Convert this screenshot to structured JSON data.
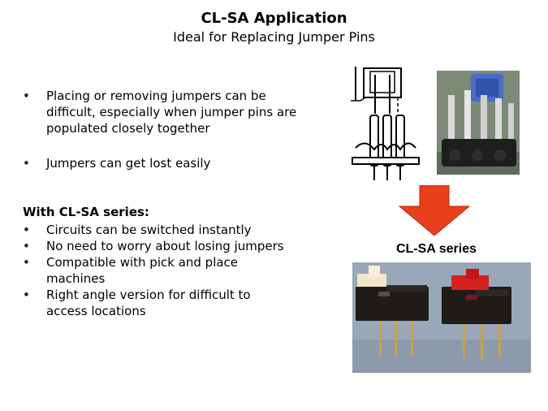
{
  "header": {
    "title": "CL-SA Application",
    "subtitle": "Ideal for Replacing Jumper Pins"
  },
  "problems": {
    "bullet_symbol": "•",
    "items": [
      "Placing or removing jumpers can be difficult, especially when jumper pins are populated closely together",
      "Jumpers can get lost easily"
    ]
  },
  "solution": {
    "heading": "With CL-SA series:",
    "items": [
      "Circuits can be switched instantly",
      "No need to worry about losing jumpers",
      "Compatible with pick and place machines",
      "Right angle version for difficult to access locations"
    ]
  },
  "figures": {
    "series_label": "CL-SA series",
    "arrow_color": "#e8401c",
    "switch_colors": [
      "#f2e6c8",
      "#d42020"
    ]
  }
}
